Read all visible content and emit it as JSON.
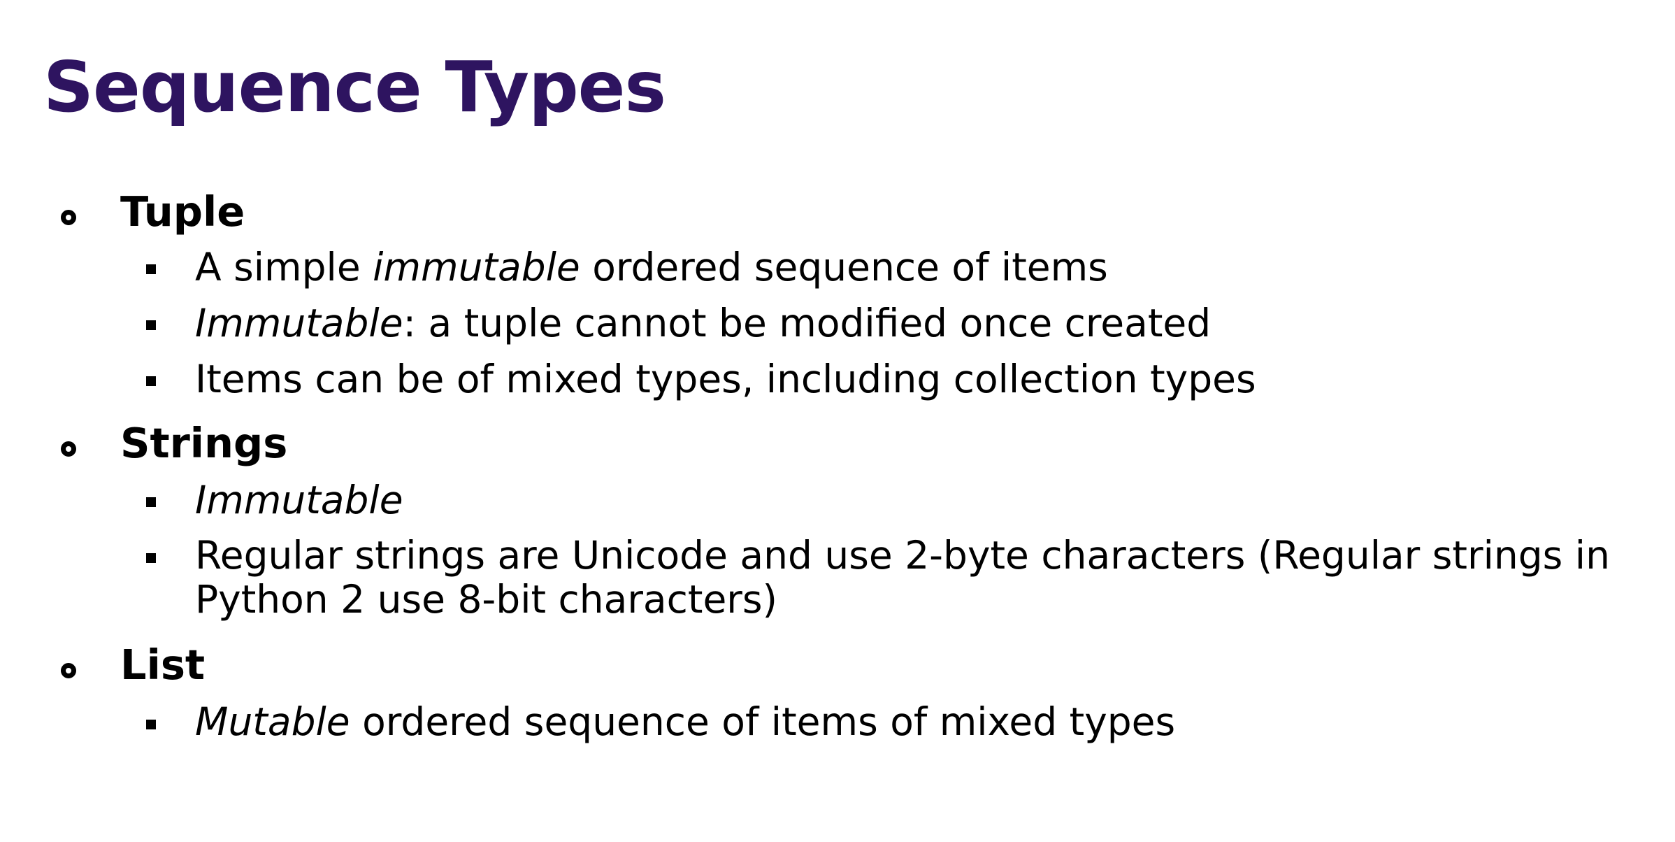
{
  "slide": {
    "title": "Sequence Types",
    "title_color": "#2e1460",
    "sections": [
      {
        "heading": "Tuple",
        "items": [
          {
            "pre": "A simple ",
            "em": "immutable",
            "post": " ordered sequence of items"
          },
          {
            "pre": "",
            "em": "Immutable",
            "post": ": a tuple cannot be modified once created"
          },
          {
            "pre": "Items can be of mixed types, including collection types",
            "em": "",
            "post": ""
          }
        ]
      },
      {
        "heading": "Strings",
        "items": [
          {
            "pre": "",
            "em": "Immutable",
            "post": ""
          },
          {
            "pre": "Regular strings are Unicode and use 2-byte characters (Regular strings in Python 2 use 8-bit characters)",
            "em": "",
            "post": ""
          }
        ]
      },
      {
        "heading": "List",
        "items": [
          {
            "pre": "",
            "em": "Mutable",
            "post": " ordered sequence of items of mixed types"
          }
        ]
      }
    ],
    "bullet_icons": {
      "level1": "hollow-circle-icon",
      "level2": "filled-square-icon"
    }
  }
}
